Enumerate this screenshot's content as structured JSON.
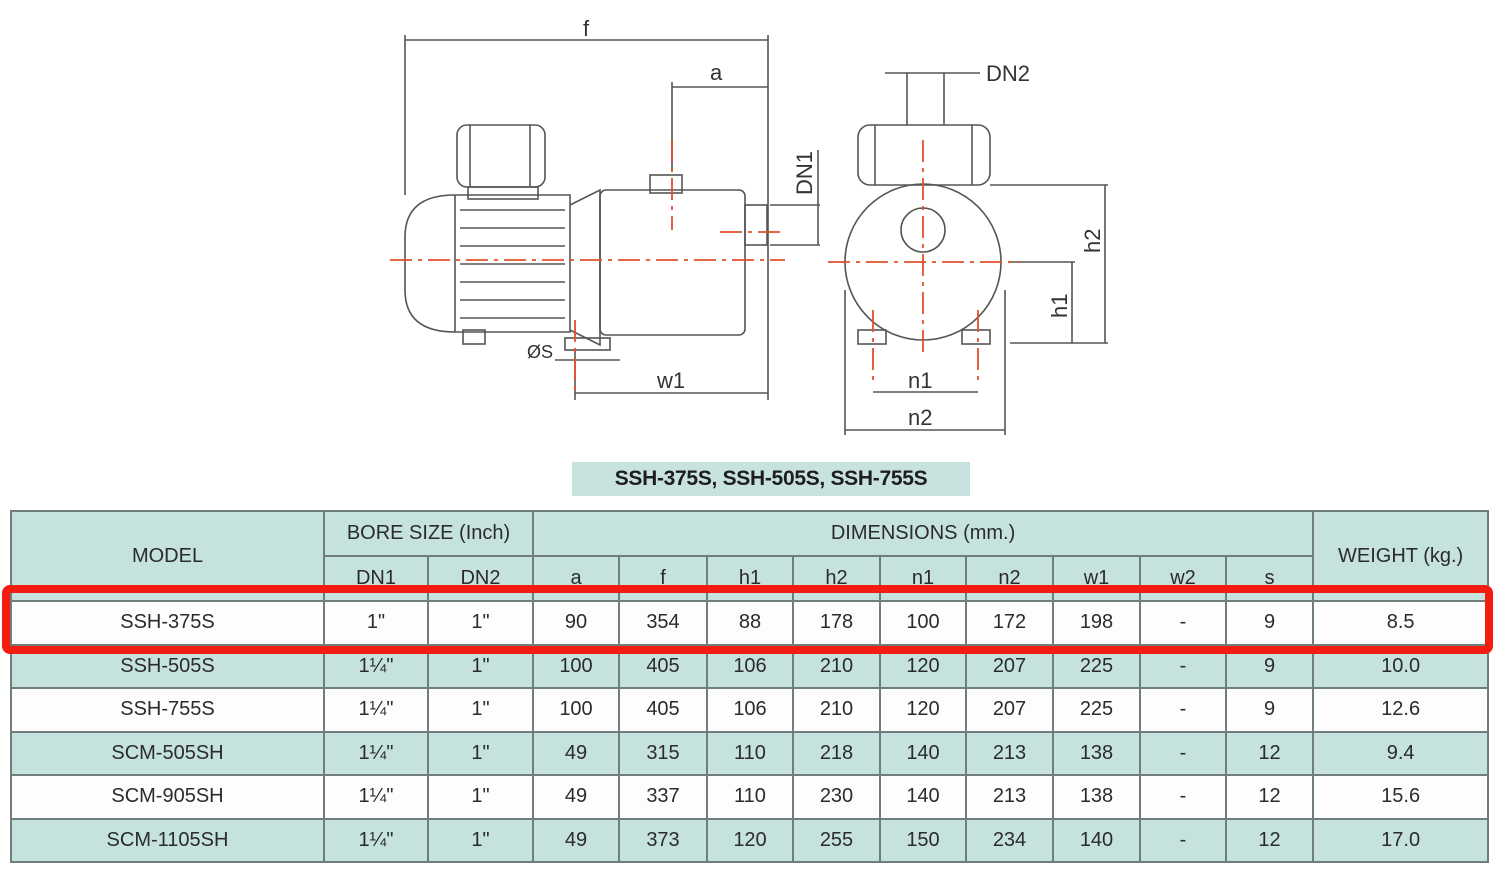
{
  "diagram": {
    "labels": {
      "f": "f",
      "a": "a",
      "dn1": "DN1",
      "dn2": "DN2",
      "h1": "h1",
      "h2": "h2",
      "s": "ØS",
      "w1": "w1",
      "n1": "n1",
      "n2": "n2"
    },
    "line_color": "#555555",
    "centerline_color": "#e0502a"
  },
  "caption": "SSH-375S, SSH-505S, SSH-755S",
  "table": {
    "headers": {
      "model": "MODEL",
      "bore": "BORE SIZE (Inch)",
      "dimensions": "DIMENSIONS (mm.)",
      "weight": "WEIGHT (kg.)",
      "sub": [
        "DN1",
        "DN2",
        "a",
        "f",
        "h1",
        "h2",
        "n1",
        "n2",
        "w1",
        "w2",
        "s"
      ]
    },
    "rows": [
      [
        "SSH-375S",
        "1\"",
        "1\"",
        "90",
        "354",
        "88",
        "178",
        "100",
        "172",
        "198",
        "-",
        "9",
        "8.5"
      ],
      [
        "SSH-505S",
        "1¼\"",
        "1\"",
        "100",
        "405",
        "106",
        "210",
        "120",
        "207",
        "225",
        "-",
        "9",
        "10.0"
      ],
      [
        "SSH-755S",
        "1¼\"",
        "1\"",
        "100",
        "405",
        "106",
        "210",
        "120",
        "207",
        "225",
        "-",
        "9",
        "12.6"
      ],
      [
        "SCM-505SH",
        "1¼\"",
        "1\"",
        "49",
        "315",
        "110",
        "218",
        "140",
        "213",
        "138",
        "-",
        "12",
        "9.4"
      ],
      [
        "SCM-905SH",
        "1¼\"",
        "1\"",
        "49",
        "337",
        "110",
        "230",
        "140",
        "213",
        "138",
        "-",
        "12",
        "15.6"
      ],
      [
        "SCM-1105SH",
        "1¼\"",
        "1\"",
        "49",
        "373",
        "120",
        "255",
        "150",
        "234",
        "140",
        "-",
        "12",
        "17.0"
      ]
    ],
    "highlighted_row": "SSH-375S",
    "colors": {
      "header": "#c5e2df",
      "highlight": "#f21d10"
    }
  }
}
